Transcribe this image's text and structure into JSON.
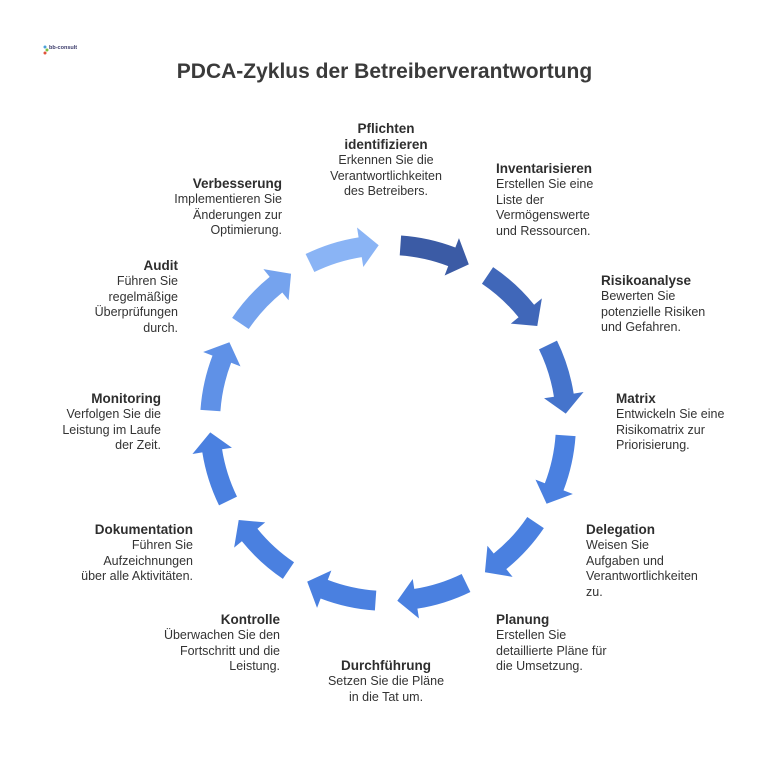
{
  "logo": {
    "text": "bb-consult",
    "sub": ""
  },
  "title": "PDCA-Zyklus der Betreiberverantwortung",
  "colors": {
    "dark": "#3b5ba5",
    "mid": "#4a80e0",
    "light": "#8ab4f5"
  },
  "steps": [
    {
      "title": "Pflichten\nidentifizieren",
      "desc": "Erkennen Sie die\nVerantwortlichkeiten\ndes Betreibers."
    },
    {
      "title": "Inventarisieren",
      "desc": "Erstellen Sie eine\nListe der\nVermögenswerte\nund Ressourcen."
    },
    {
      "title": "Risikoanalyse",
      "desc": "Bewerten Sie\npotenzielle Risiken\nund Gefahren."
    },
    {
      "title": "Matrix",
      "desc": "Entwickeln Sie eine\nRisikomatrix zur\nPriorisierung."
    },
    {
      "title": "Delegation",
      "desc": "Weisen Sie\nAufgaben und\nVerantwortlichkeiten\nzu."
    },
    {
      "title": "Planung",
      "desc": "Erstellen Sie\ndetaillierte Pläne für\ndie Umsetzung."
    },
    {
      "title": "Durchführung",
      "desc": "Setzen Sie die Pläne\nin die Tat um."
    },
    {
      "title": "Kontrolle",
      "desc": "Überwachen Sie den\nFortschritt und die\nLeistung."
    },
    {
      "title": "Dokumentation",
      "desc": "Führen Sie\nAufzeichnungen\nüber alle Aktivitäten."
    },
    {
      "title": "Monitoring",
      "desc": "Verfolgen Sie die\nLeistung im Laufe\nder Zeit."
    },
    {
      "title": "Audit",
      "desc": "Führen Sie\nregelmäßige\nÜberprüfungen\ndurch."
    },
    {
      "title": "Verbesserung",
      "desc": "Implementieren Sie\nÄnderungen zur\nOptimierung."
    }
  ]
}
